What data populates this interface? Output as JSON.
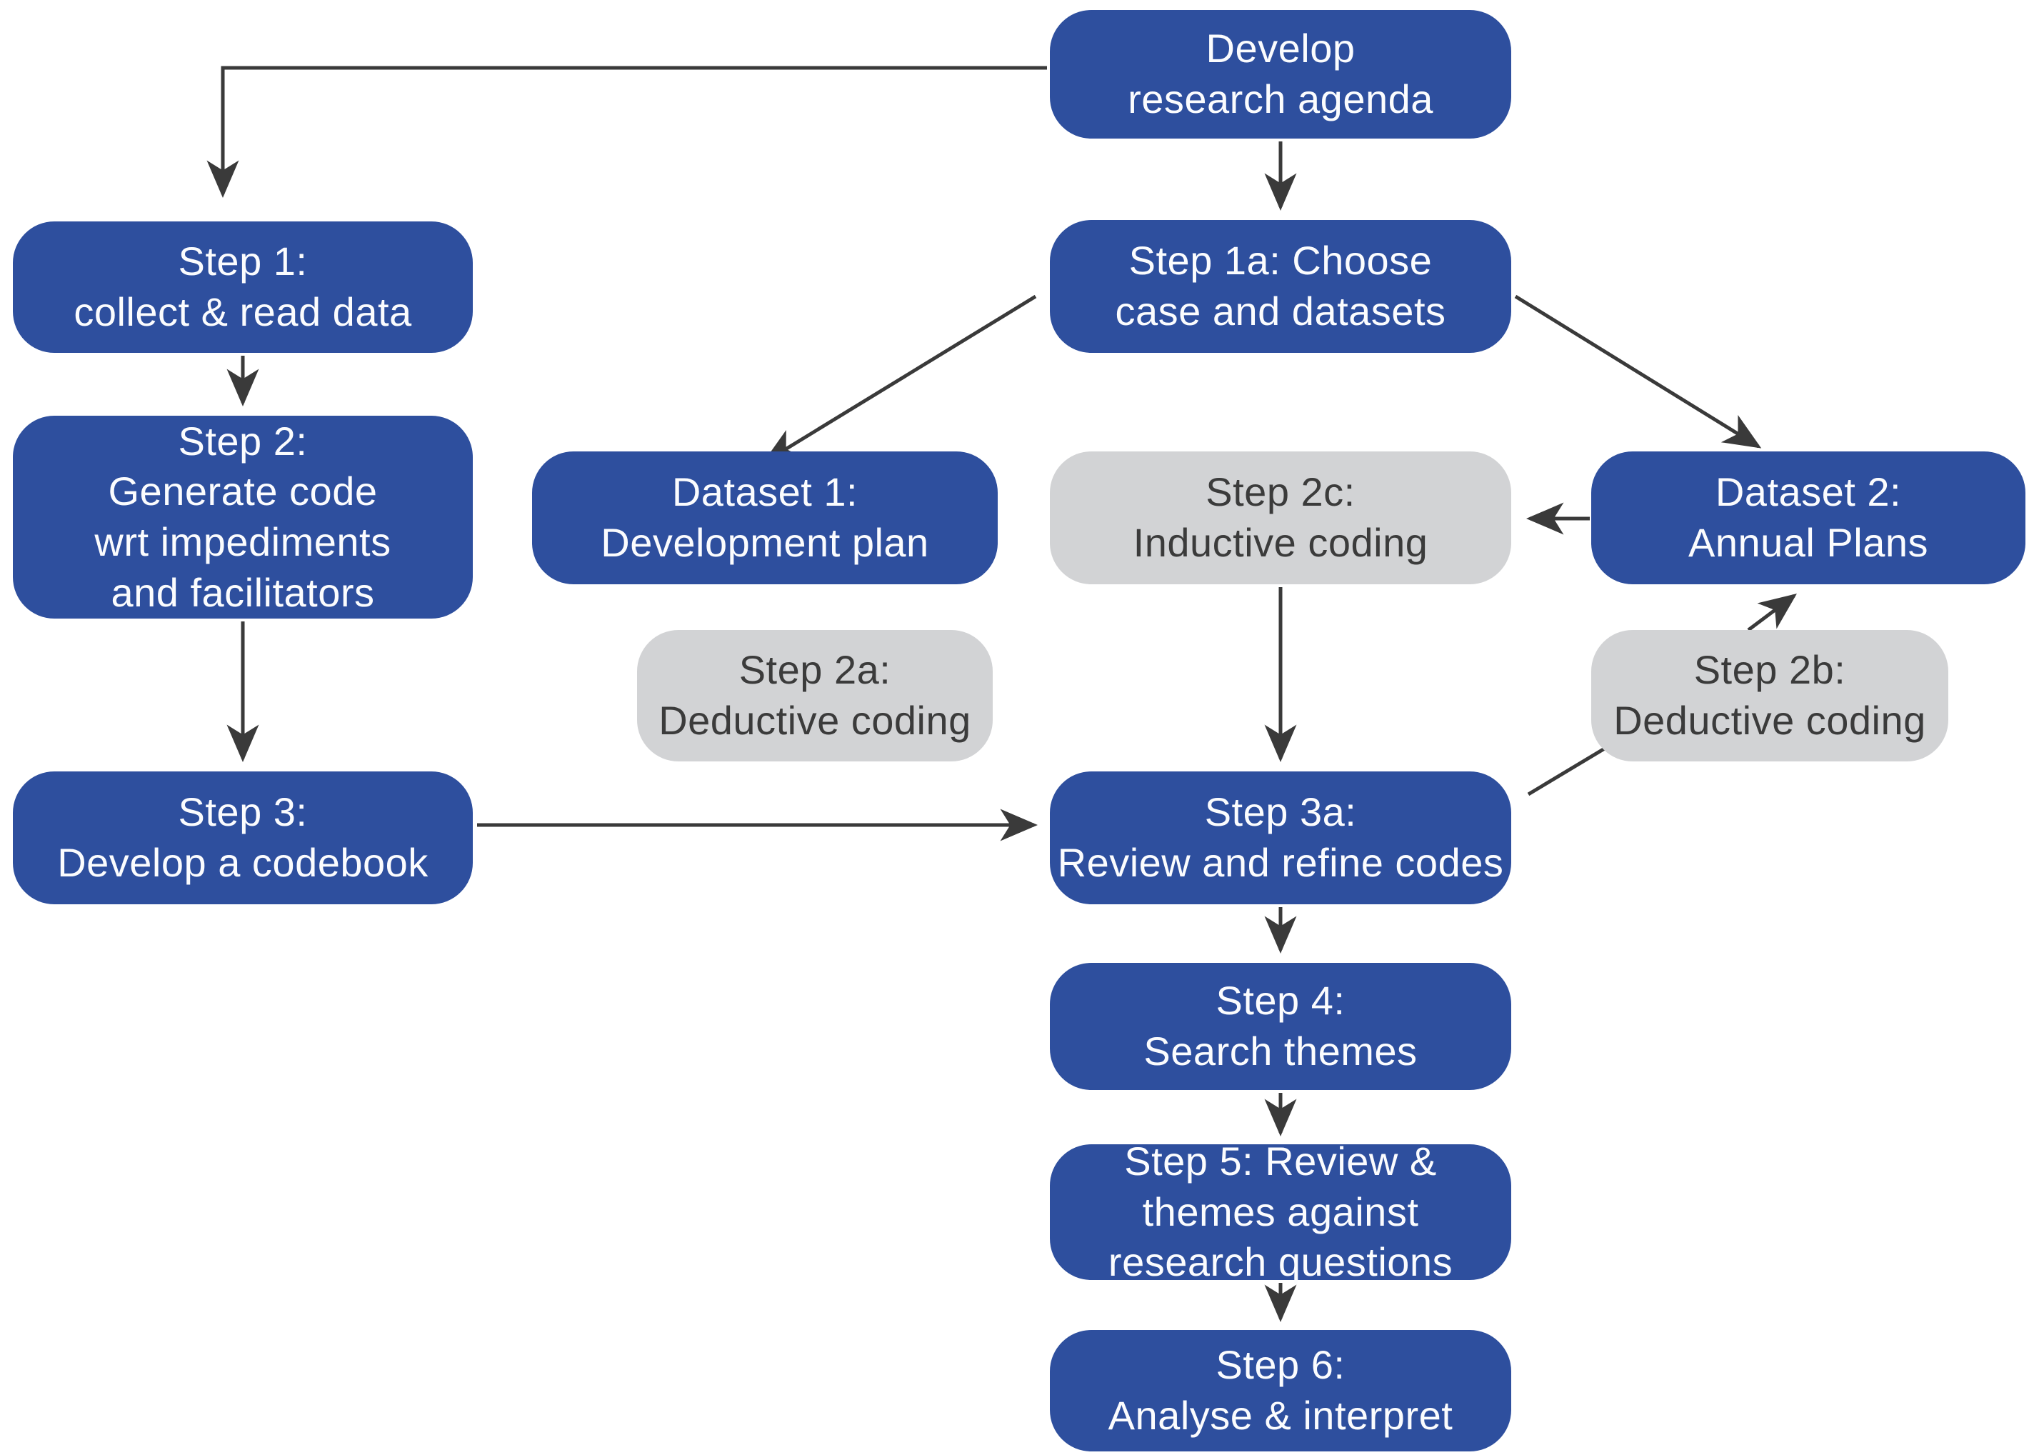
{
  "diagram": {
    "title": "Research methodology flowchart",
    "colors": {
      "primary_box": "#2e4f9e",
      "secondary_box": "#d2d3d5",
      "primary_text": "#fbfcfe",
      "secondary_text": "#3b3b3b",
      "arrow": "#3a3a3a",
      "background": "#ffffff"
    },
    "nodes": [
      {
        "id": "develop-research-agenda",
        "type": "primary",
        "label": "Develop\nresearch agenda"
      },
      {
        "id": "step-1",
        "type": "primary",
        "label": "Step 1:\ncollect & read data"
      },
      {
        "id": "step-1a",
        "type": "primary",
        "label": "Step 1a: Choose\ncase and datasets"
      },
      {
        "id": "step-2",
        "type": "primary",
        "label": "Step 2:\nGenerate code\nwrt impediments\nand facilitators"
      },
      {
        "id": "dataset-1",
        "type": "primary",
        "label": "Dataset 1:\nDevelopment plan"
      },
      {
        "id": "step-2c",
        "type": "secondary",
        "label": "Step 2c:\nInductive coding"
      },
      {
        "id": "dataset-2",
        "type": "primary",
        "label": "Dataset 2:\nAnnual Plans"
      },
      {
        "id": "step-2a",
        "type": "secondary",
        "label": "Step 2a:\nDeductive coding"
      },
      {
        "id": "step-2b",
        "type": "secondary",
        "label": "Step 2b:\nDeductive coding"
      },
      {
        "id": "step-3",
        "type": "primary",
        "label": "Step 3:\nDevelop a codebook"
      },
      {
        "id": "step-3a",
        "type": "primary",
        "label": "Step 3a:\nReview and refine codes"
      },
      {
        "id": "step-4",
        "type": "primary",
        "label": "Step 4:\nSearch themes"
      },
      {
        "id": "step-5",
        "type": "primary",
        "label": "Step 5: Review &\nthemes against\nresearch questions"
      },
      {
        "id": "step-6",
        "type": "primary",
        "label": "Step 6:\nAnalyse & interpret"
      }
    ],
    "edges": [
      {
        "from": "develop-research-agenda",
        "to": "step-1"
      },
      {
        "from": "develop-research-agenda",
        "to": "step-1a"
      },
      {
        "from": "step-1",
        "to": "step-2"
      },
      {
        "from": "step-2",
        "to": "step-3"
      },
      {
        "from": "step-1a",
        "to": "dataset-1"
      },
      {
        "from": "step-1a",
        "to": "dataset-2"
      },
      {
        "from": "dataset-2",
        "to": "step-2c"
      },
      {
        "from": "step-2c",
        "to": "step-3a"
      },
      {
        "from": "step-3",
        "to": "step-3a"
      },
      {
        "from": "step-3a",
        "to": "step-2b"
      },
      {
        "from": "step-2b",
        "to": "dataset-2"
      },
      {
        "from": "step-3a",
        "to": "step-4"
      },
      {
        "from": "step-4",
        "to": "step-5"
      },
      {
        "from": "step-5",
        "to": "step-6"
      }
    ]
  }
}
